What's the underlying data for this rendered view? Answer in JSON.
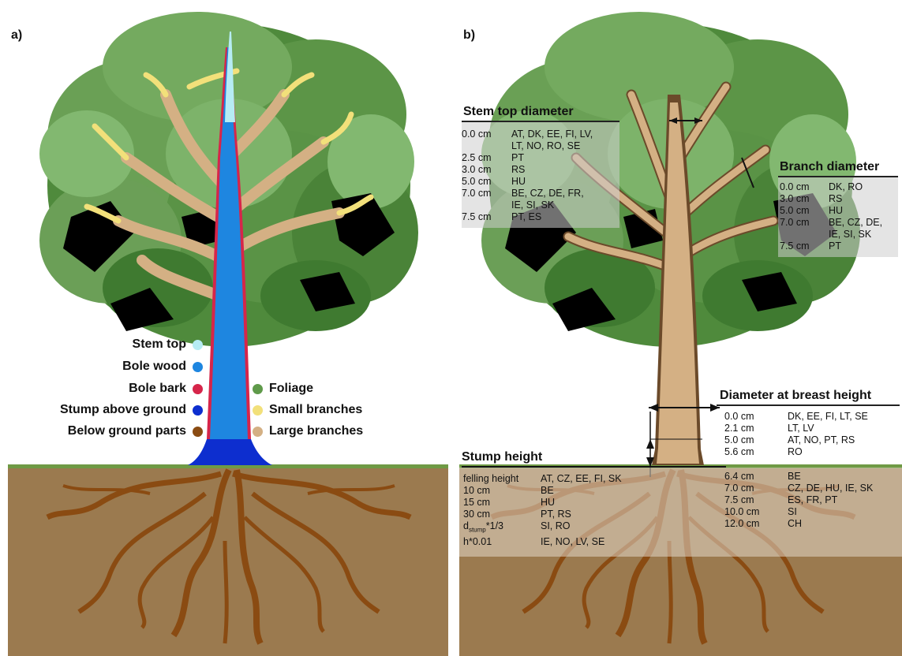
{
  "panels": {
    "a": "a)",
    "b": "b)"
  },
  "legend": {
    "left": [
      {
        "label": "Stem top",
        "color": "#b6ecf4"
      },
      {
        "label": "Bole wood",
        "color": "#1e86e0"
      },
      {
        "label": "Bole bark",
        "color": "#d6254a"
      },
      {
        "label": "Stump above ground",
        "color": "#0d2ecf"
      },
      {
        "label": "Below ground parts",
        "color": "#8a4b12"
      }
    ],
    "right": [
      {
        "label": "Foliage",
        "color": "#5f9a4a"
      },
      {
        "label": "Small branches",
        "color": "#f2e07a"
      },
      {
        "label": "Large branches",
        "color": "#d4b084"
      }
    ]
  },
  "stem_top": {
    "title": "Stem top diameter",
    "rows": [
      {
        "value": "0.0 cm",
        "countries": "AT, DK, EE, FI, LV,"
      },
      {
        "value": "",
        "countries": "LT, NO, RO, SE"
      },
      {
        "value": "2.5 cm",
        "countries": "PT"
      },
      {
        "value": "3.0 cm",
        "countries": "RS"
      },
      {
        "value": "5.0 cm",
        "countries": "HU"
      },
      {
        "value": "7.0 cm",
        "countries": "BE, CZ, DE, FR,"
      },
      {
        "value": "",
        "countries": "IE, SI, SK"
      },
      {
        "value": "7.5 cm",
        "countries": "PT, ES"
      }
    ]
  },
  "branch": {
    "title": "Branch diameter",
    "rows": [
      {
        "value": "0.0 cm",
        "countries": "DK, RO"
      },
      {
        "value": "3.0 cm",
        "countries": "RS"
      },
      {
        "value": "5.0 cm",
        "countries": "HU"
      },
      {
        "value": "7.0 cm",
        "countries": "BE, CZ, DE,"
      },
      {
        "value": "",
        "countries": "IE, SI, SK"
      },
      {
        "value": "7.5 cm",
        "countries": "PT"
      }
    ]
  },
  "dbh": {
    "title": "Diameter at breast height",
    "rows": [
      {
        "value": "0.0 cm",
        "countries": "DK, EE, FI, LT, SE"
      },
      {
        "value": "2.1 cm",
        "countries": "LT, LV"
      },
      {
        "value": "5.0 cm",
        "countries": "AT, NO, PT, RS"
      },
      {
        "value": "5.6 cm",
        "countries": "RO"
      },
      {
        "value": "6.4 cm",
        "countries": "BE"
      },
      {
        "value": "7.0 cm",
        "countries": "CZ, DE, HU, IE, SK"
      },
      {
        "value": "7.5 cm",
        "countries": "ES, FR, PT"
      },
      {
        "value": "10.0 cm",
        "countries": "SI"
      },
      {
        "value": "12.0 cm",
        "countries": "CH"
      }
    ]
  },
  "stump": {
    "title": "Stump height",
    "rows": [
      {
        "value": "felling height",
        "countries": "AT, CZ, EE, FI, SK"
      },
      {
        "value": "10 cm",
        "countries": "BE"
      },
      {
        "value": "15 cm",
        "countries": "HU"
      },
      {
        "value": "30 cm",
        "countries": "PT, RS"
      },
      {
        "value": "d",
        "value_sub": "stump",
        "value_suffix": "*1/3",
        "countries": "SI, RO"
      },
      {
        "value": "h*0.01",
        "countries": "IE, NO, LV, SE"
      }
    ]
  }
}
